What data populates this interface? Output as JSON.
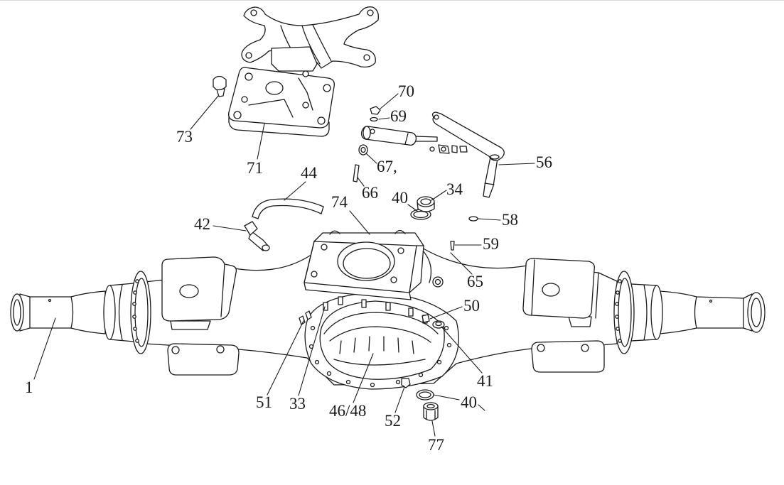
{
  "labels": [
    "70",
    "69",
    "56",
    "73",
    "71",
    "67,",
    "66",
    "44",
    "40",
    "34",
    "58",
    "74",
    "42",
    "59",
    "65",
    "50",
    "1",
    "41",
    "51",
    "33",
    "46/48",
    "52",
    "40",
    "77"
  ],
  "colors": {
    "background": "#ffffff",
    "line": "#1a1a1a",
    "label": "#1a1a1a"
  }
}
